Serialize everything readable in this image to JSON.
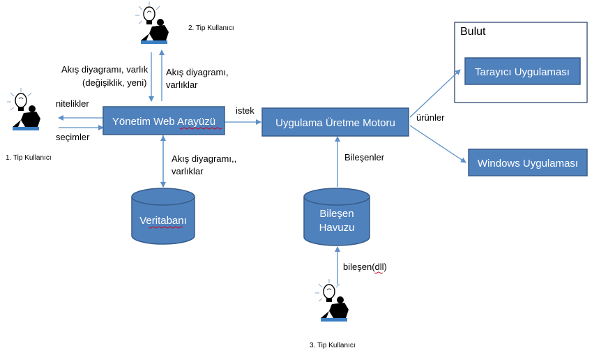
{
  "nodes": {
    "yonetim": "Yönetim Web Arayüzü",
    "motor": "Uygulama Üretme Motoru",
    "tarayici": "Tarayıcı Uygulaması",
    "windows": "Windows Uygulaması",
    "veritabani": "Veritabanı",
    "havuz_line1": "Bileşen",
    "havuz_line2": "Havuzu"
  },
  "cloud": {
    "title": "Bulut"
  },
  "users": {
    "tip1": "1. Tip Kullanıcı",
    "tip2": "2. Tip Kullanıcı",
    "tip3": "3. Tip Kullanıcı"
  },
  "edge_labels": {
    "to_user2_line1": "Akış diyagramı, varlık",
    "to_user2_line2": "(değişiklik,  yeni)",
    "from_user2_line1": "Akış diyagramı,",
    "from_user2_line2": "varlıklar",
    "nitelikler": "nitelikler",
    "secimler": "seçimler",
    "istek": "istek",
    "urunler": "ürünler",
    "db_line1": "Akış diyagramı,,",
    "db_line2": "varlıklar",
    "bilesenler": "Bileşenler",
    "bilesen_dll": "bileşen(dll)"
  },
  "colors": {
    "node_fill": "#4f81bd",
    "node_stroke": "#385d8a",
    "edge": "#5b8fc7",
    "spellcheck": "#d0021b"
  }
}
